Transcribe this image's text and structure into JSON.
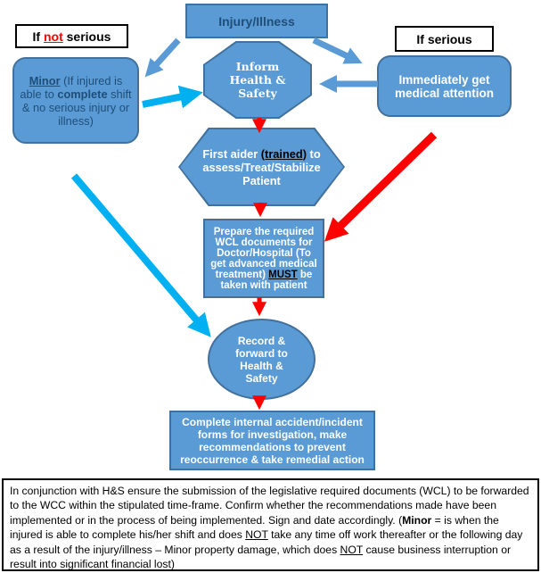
{
  "colors": {
    "shape_fill": "#5B9BD5",
    "shape_border": "#41719C",
    "navy_text": "#1F4E79",
    "red_arrow": "#FF0000",
    "cyan_arrow": "#00B0F0",
    "blue_arrow": "#5B9BD5"
  },
  "nodes": {
    "injury": {
      "label": "Injury/Illness"
    },
    "if_not_serious": {
      "pre": "If ",
      "not_word": "not",
      "post": " serious"
    },
    "minor": {
      "bold_underline": "Minor",
      "text_a": " (If injured is able to ",
      "bold": "complete",
      "text_b": " shift & no serious injury or illness)"
    },
    "inform": {
      "label": "Inform Health & Safety"
    },
    "if_serious": {
      "label": "If serious"
    },
    "immediate": {
      "label": "Immediately get medical attention"
    },
    "first_aider": {
      "text_a": "First aider ",
      "underline": "(trained)",
      "text_b": " to assess/Treat/Stabilize Patient"
    },
    "prepare": {
      "text_a": "Prepare the required WCL documents for Doctor/Hospital (To get advanced medical treatment) ",
      "must": "MUST",
      "text_b": " be taken with patient"
    },
    "record": {
      "label": "Record & forward to Health & Safety"
    },
    "complete": {
      "label": "Complete internal accident/incident forms for investigation, make recommendations to prevent reoccurrence & take remedial action"
    }
  },
  "footer": {
    "seg1": "In conjunction with H&S ensure the submission of the legislative required documents (WCL) to be forwarded to the WCC within the stipulated time-frame.  Confirm whether the recommendations made have been implemented or in the process of being implemented. Sign and date accordingly.  (",
    "minor_bold": "Minor",
    "seg2": " = is when the injured is able to complete his/her shift and does ",
    "not1": "NOT",
    "seg3": " take any time off work thereafter or the following day as a result of the injury/illness – Minor property damage, which does ",
    "not2": "NOT",
    "seg4": " cause business interruption or result into significant financial lost)"
  }
}
